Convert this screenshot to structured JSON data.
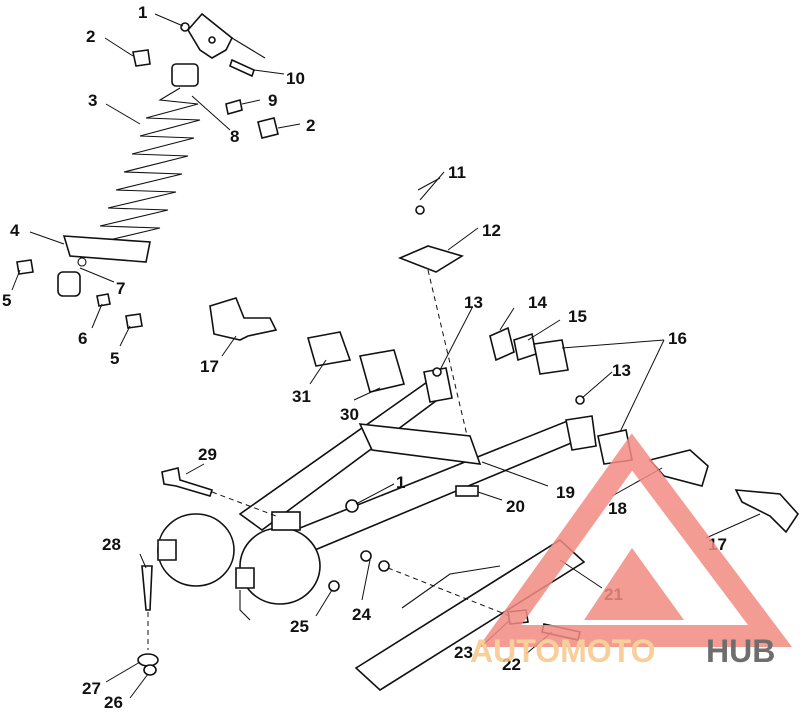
{
  "labels": {
    "l1a": "1",
    "l2a": "2",
    "l10": "10",
    "l3": "3",
    "l9": "9",
    "l8": "8",
    "l2b": "2",
    "l11": "11",
    "l12": "12",
    "l4": "4",
    "l7": "7",
    "l5a": "5",
    "l6": "6",
    "l5b": "5",
    "l17a": "17",
    "l13a": "13",
    "l14": "14",
    "l15": "15",
    "l16": "16",
    "l13b": "13",
    "l31": "31",
    "l30": "30",
    "l29": "29",
    "l1b": "1",
    "l19": "19",
    "l20": "20",
    "l18": "18",
    "l17b": "17",
    "l28": "28",
    "l21": "21",
    "l24": "24",
    "l25": "25",
    "l23": "23",
    "l22": "22",
    "l27": "27",
    "l26": "26"
  },
  "watermark": {
    "brand_part1": "AUTOMOTO",
    "brand_part2": "HUB",
    "color_primary": "#f28b82",
    "color_accent": "#f7c78a",
    "color_dark": "#555555"
  }
}
